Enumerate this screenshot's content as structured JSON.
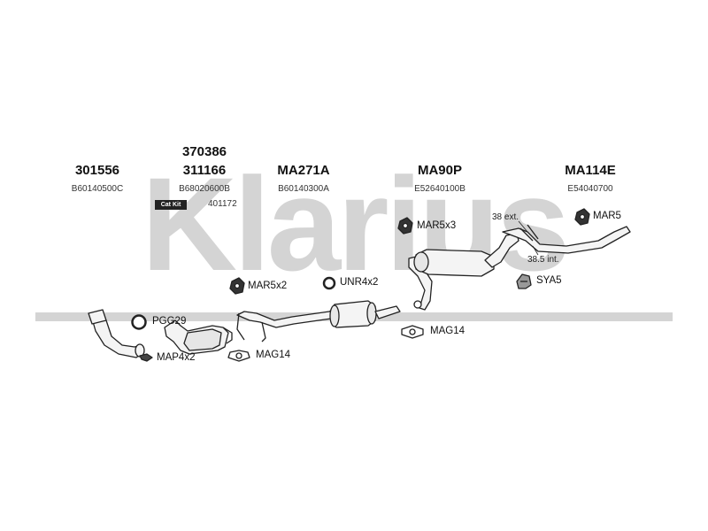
{
  "watermark": {
    "text": "Klarius",
    "color": "#d4d4d4"
  },
  "columns": [
    {
      "id": "c1",
      "part_number": "301556",
      "oe_number": "B60140500C"
    },
    {
      "id": "c2",
      "part_number_top": "370386",
      "part_number": "311166",
      "oe_number": "B68020600B",
      "cat_kit": {
        "label": "Cat Kit",
        "number": "401172"
      }
    },
    {
      "id": "c3",
      "part_number": "MA271A",
      "oe_number": "B60140300A"
    },
    {
      "id": "c4",
      "part_number": "MA90P",
      "oe_number": "E52640100B"
    },
    {
      "id": "c5",
      "part_number": "MA114E",
      "oe_number": "E54040700"
    }
  ],
  "fittings": {
    "pgg": "PGG29",
    "map4": "MAP4x2",
    "mar5x2": "MAR5x2",
    "mag14_left": "MAG14",
    "unr": "UNR4x2",
    "mar5x3": "MAR5x3",
    "mag14_right": "MAG14",
    "sya": "SYA5",
    "mar5": "MAR5"
  },
  "annotations": {
    "ext": "38 ext.",
    "int": "38.5 int."
  },
  "colors": {
    "pipe": "#f4f4f4",
    "outline": "#222222"
  }
}
